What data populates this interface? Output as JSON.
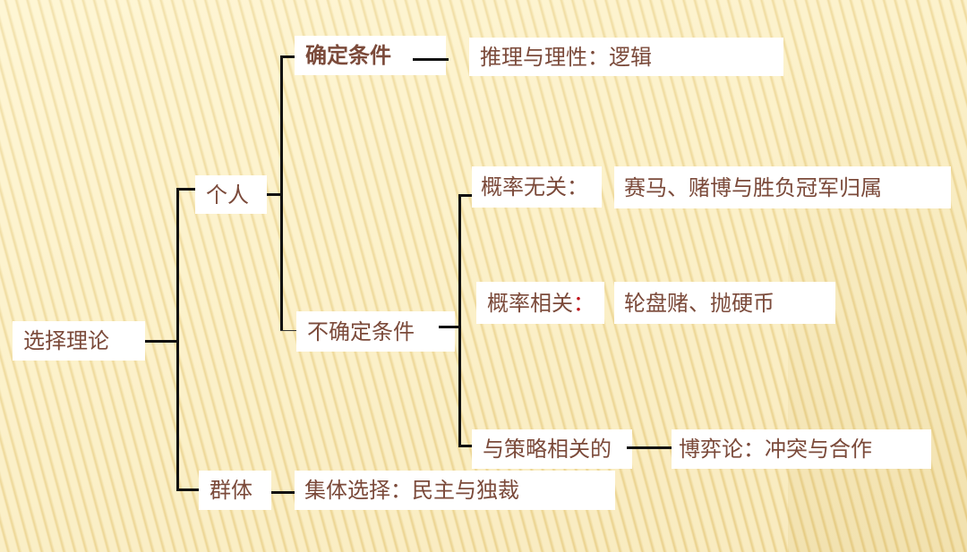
{
  "diagram": {
    "title": "选择理论",
    "root": {
      "label": "选择理论",
      "children": [
        {
          "label": "个人",
          "children": [
            {
              "label": "确定条件",
              "leaf": "推理与理性：逻辑"
            },
            {
              "label": "不确定条件",
              "children": [
                {
                  "label": "概率无关：",
                  "leaf": "赛马、赌博与胜负冠军归属"
                },
                {
                  "label_text": "概率相关",
                  "label_colon": "：",
                  "leaf": "轮盘赌、抛硬币"
                },
                {
                  "label": "与策略相关的",
                  "leaf": "博弈论：冲突与合作"
                }
              ]
            }
          ]
        },
        {
          "label": "群体",
          "leaf": "集体选择：民主与独裁"
        }
      ]
    }
  },
  "colors": {
    "text": "#7b4a3a",
    "accent_colon": "#c0141c",
    "connector": "#111111",
    "box_fill": "#ffffff",
    "background": "#f7e4a8"
  }
}
